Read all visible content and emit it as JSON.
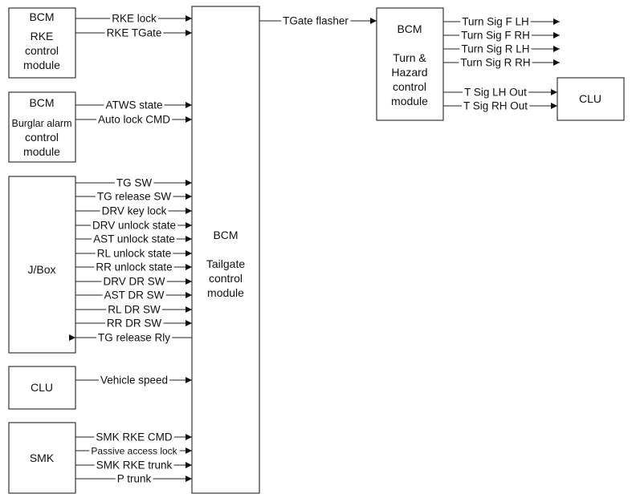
{
  "modules": {
    "rke": [
      "BCM",
      "RKE",
      "control",
      "module"
    ],
    "burglar": [
      "BCM",
      "Burglar alarm",
      "control",
      "module"
    ],
    "jbox": [
      "J/Box"
    ],
    "clu_left": [
      "CLU"
    ],
    "smk": [
      "SMK"
    ],
    "tailgate": [
      "BCM",
      "",
      "Tailgate",
      "control",
      "module"
    ],
    "hazard": [
      "BCM",
      "",
      "Turn &",
      "Hazard",
      "control",
      "module"
    ],
    "clu_right": [
      "CLU"
    ]
  },
  "signals": {
    "rke": [
      "RKE lock",
      "RKE TGate"
    ],
    "burglar": [
      "ATWS state",
      "Auto lock CMD"
    ],
    "jbox": [
      "TG SW",
      "TG release SW",
      "DRV key lock",
      "DRV unlock state",
      "AST unlock state",
      "RL unlock state",
      "RR unlock state",
      "DRV DR SW",
      "AST DR SW",
      "RL DR SW",
      "RR DR SW",
      "TG release Rly"
    ],
    "clu_left": [
      "Vehicle speed"
    ],
    "smk": [
      "SMK RKE CMD",
      "Passive access lock",
      "SMK RKE trunk",
      "P trunk"
    ],
    "tgate_flasher": "TGate flasher",
    "turn_outputs": [
      "Turn Sig F LH",
      "Turn Sig F RH",
      "Turn Sig R LH",
      "Turn Sig R RH"
    ],
    "clu_outputs": [
      "T Sig LH Out",
      "T Sig RH Out"
    ]
  }
}
